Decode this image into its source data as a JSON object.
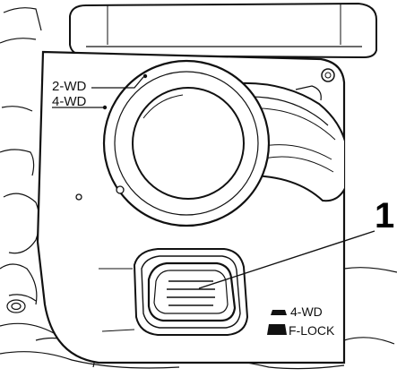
{
  "diagram": {
    "labels": {
      "two_wd": "2-WD",
      "four_wd": "4-WD",
      "callout_number": "1",
      "mode_4wd": "4-WD",
      "mode_flock": "F-LOCK"
    },
    "colors": {
      "ink": "#111111",
      "background": "#ffffff"
    }
  }
}
